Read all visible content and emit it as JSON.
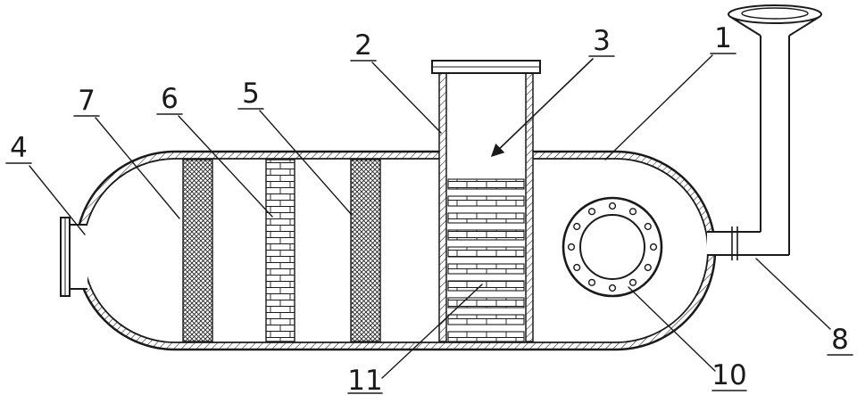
{
  "figure": {
    "colors": {
      "ink": "#1a1a1a",
      "background": "#ffffff"
    },
    "callouts": {
      "n1": "1",
      "n2": "2",
      "n3": "3",
      "n4": "4",
      "n5": "5",
      "n6": "6",
      "n7": "7",
      "n8": "8",
      "n10": "10",
      "n11": "11"
    }
  }
}
